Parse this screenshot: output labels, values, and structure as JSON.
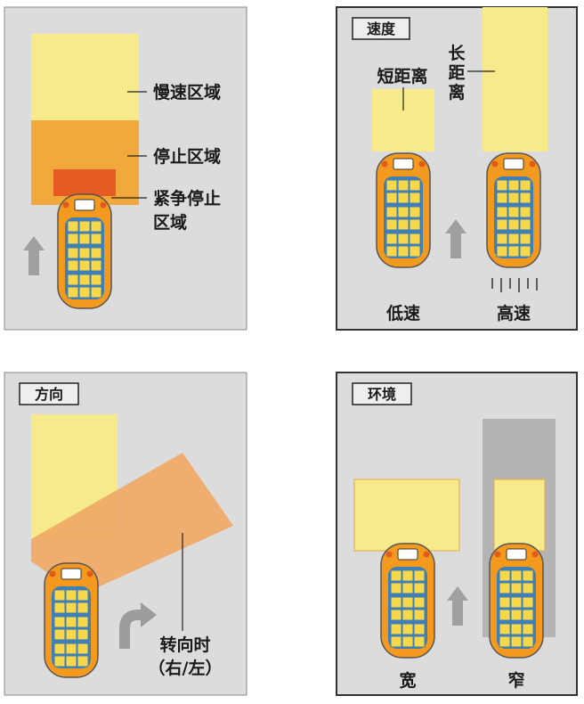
{
  "colors": {
    "panel_bg": "#dcdcdc",
    "slow_zone": "#f6ea8a",
    "stop_zone": "#f2a93c",
    "emergency_zone": "#e85a24",
    "turn_zone": "#f0a866",
    "narrow_corridor": "#b4b4b4",
    "vehicle_body": "#f39a1e",
    "battery_cell": "#f7d84a",
    "arrow": "#9c9c9c"
  },
  "panel1": {
    "slow_zone_label": "慢速区域",
    "stop_zone_label": "停止区域",
    "emergency_label_line1": "紧争停止",
    "emergency_label_line2": "区域"
  },
  "panel2": {
    "tag": "速度",
    "short_label": "短距离",
    "long_label_chars": [
      "长",
      "距",
      "离"
    ],
    "low_speed": "低速",
    "high_speed": "高速"
  },
  "panel3": {
    "tag": "方向",
    "turn_label_line1": "转向时",
    "turn_label_line2": "（右/左）"
  },
  "panel4": {
    "tag": "环境",
    "wide_label": "宽",
    "narrow_label": "窄"
  }
}
